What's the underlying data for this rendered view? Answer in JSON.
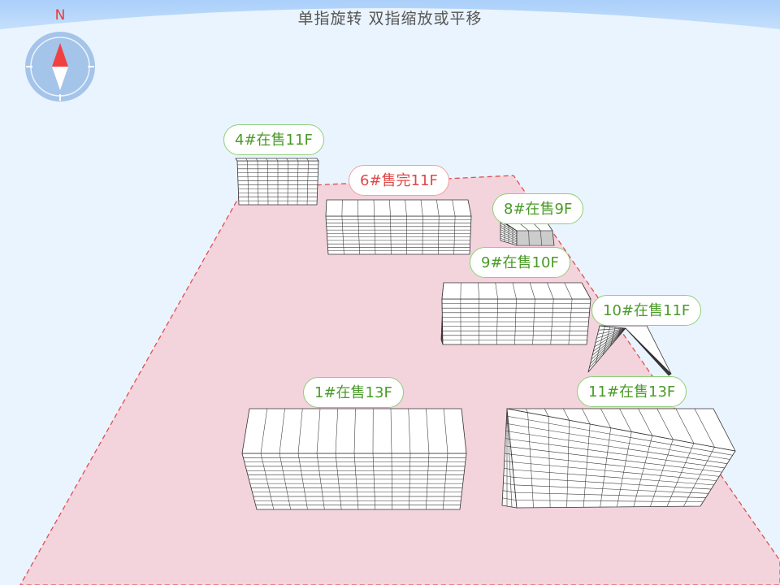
{
  "hint": "单指旋转 双指缩放或平移",
  "compass": {
    "north_label": "N",
    "icon": "compass-icon"
  },
  "colors": {
    "background": "#eaf4fe",
    "sky_band": "#b9d8fb",
    "plot": "#f3d3dc",
    "plot_border": "#e05050",
    "on_sale": "#4a9a28",
    "sold_out": "#e04848",
    "compass_disc": "#a4c4ea",
    "needle_north": "#f04040"
  },
  "buildings": [
    {
      "id": "b4",
      "text": "4#在售11F",
      "status": "on_sale"
    },
    {
      "id": "b6",
      "text": "6#售完11F",
      "status": "sold_out"
    },
    {
      "id": "b8",
      "text": "8#在售9F",
      "status": "on_sale"
    },
    {
      "id": "b9",
      "text": "9#在售10F",
      "status": "on_sale"
    },
    {
      "id": "b10",
      "text": "10#在售11F",
      "status": "on_sale"
    },
    {
      "id": "b1",
      "text": "1#在售13F",
      "status": "on_sale"
    },
    {
      "id": "b11",
      "text": "11#在售13F",
      "status": "on_sale"
    }
  ]
}
